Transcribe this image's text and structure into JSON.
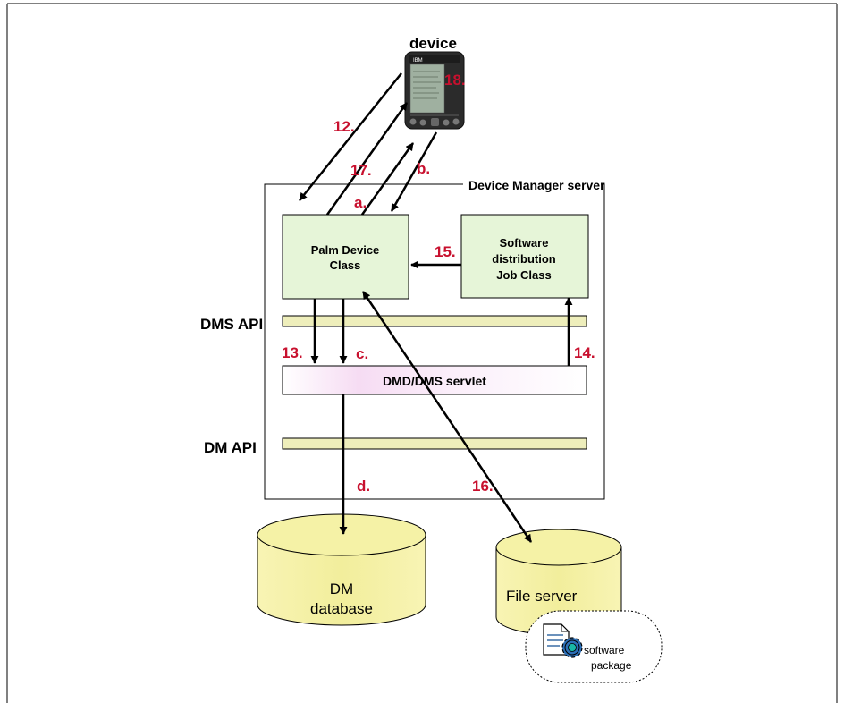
{
  "device": {
    "title": "device",
    "screen_brand": "IBM"
  },
  "server": {
    "label": "Device Manager server"
  },
  "palm_class": {
    "line1": "Palm Device",
    "line2": "Class"
  },
  "job_class": {
    "line1": "Software",
    "line2": "distribution",
    "line3": "Job Class"
  },
  "dms_api": {
    "label": "DMS API"
  },
  "dm_api": {
    "label": "DM API"
  },
  "servlet": {
    "label": "DMD/DMS servlet"
  },
  "dm_database": {
    "line1": "DM",
    "line2": "database"
  },
  "file_server": {
    "label": "File server"
  },
  "software_package": {
    "line1": "software",
    "line2": "package"
  },
  "steps": {
    "s12": "12.",
    "s17": "17.",
    "s18": "18.",
    "a": "a.",
    "b": "b.",
    "s15": "15.",
    "s13": "13.",
    "c": "c.",
    "s14": "14.",
    "d": "d.",
    "s16": "16."
  },
  "colors": {
    "box_fill": "#e6f5d8",
    "api_bar_fill": "#eeeebb",
    "cylinder_fill": "#f5f2a6",
    "step_label": "#c8102e"
  },
  "icons": [
    "palm-device-icon",
    "document-icon",
    "gear-icon"
  ]
}
